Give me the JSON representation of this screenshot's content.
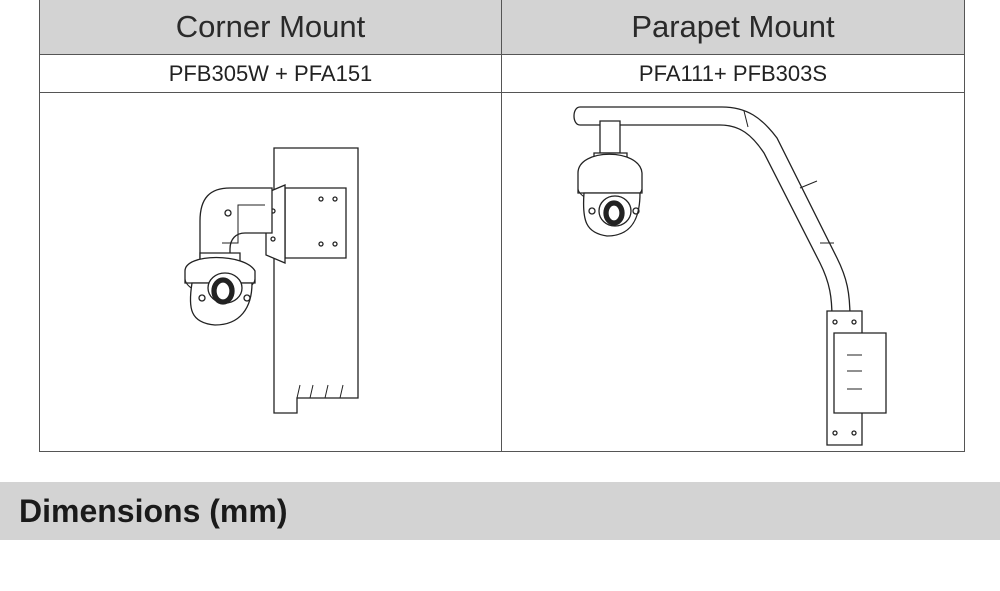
{
  "mounts": [
    {
      "title": "Corner Mount",
      "model": "PFB305W + PFA151",
      "illustration": "corner-mount-camera-drawing"
    },
    {
      "title": "Parapet Mount",
      "model": "PFA111+ PFB303S",
      "illustration": "parapet-mount-camera-drawing"
    }
  ],
  "section": {
    "title": "Dimensions (mm)"
  }
}
